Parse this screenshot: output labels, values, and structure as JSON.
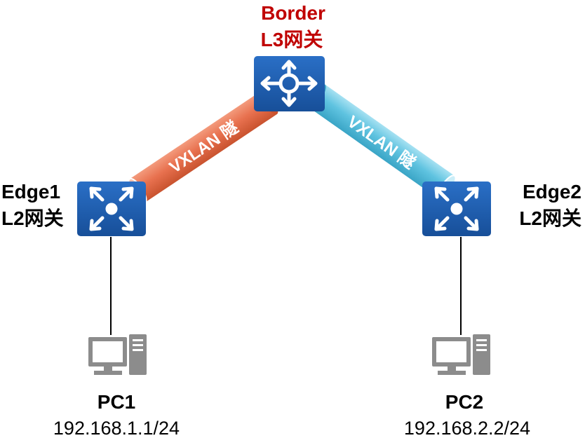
{
  "border": {
    "name": "Border",
    "role": "L3网关",
    "color": "#c00000"
  },
  "edge1": {
    "name": "Edge1",
    "role": "L2网关"
  },
  "edge2": {
    "name": "Edge2",
    "role": "L2网关"
  },
  "tunnel_left": {
    "label": "VXLAN 隧",
    "color": "#e8714f"
  },
  "tunnel_right": {
    "label": "VXLAN 隧",
    "color": "#5fc3e0"
  },
  "pc1": {
    "name": "PC1",
    "ip": "192.168.1.1/24"
  },
  "pc2": {
    "name": "PC2",
    "ip": "192.168.2.2/24"
  },
  "icons": {
    "router": "router-icon",
    "switch": "l2-switch-icon",
    "pc": "pc-icon"
  },
  "colors": {
    "device_blue": "#1e5fb4",
    "device_blue_dark": "#174f99",
    "pc_gray": "#8c8c8c",
    "link": "#000000"
  }
}
